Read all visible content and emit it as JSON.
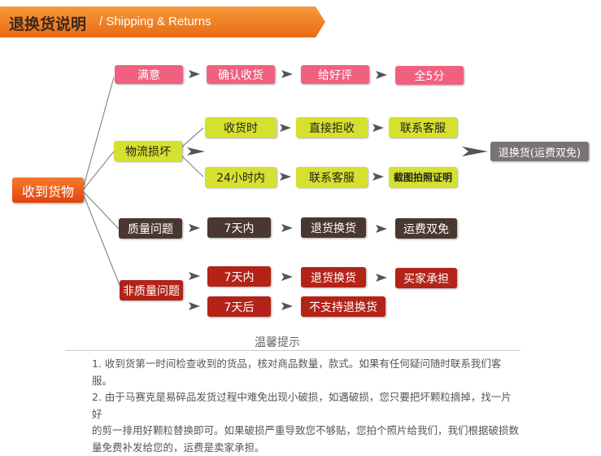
{
  "header": {
    "title_zh": "退换货说明",
    "title_en": "/ Shipping & Returns"
  },
  "root": "收到货物",
  "branches": {
    "satisfied": {
      "label": "满意",
      "steps": [
        "确认收货",
        "给好评",
        "全5分"
      ]
    },
    "logistics": {
      "label": "物流损坏",
      "row1": [
        "收货时",
        "直接拒收",
        "联系客服"
      ],
      "row2": [
        "24小时内",
        "联系客服",
        "截图拍照证明"
      ],
      "result": "退换货(运费双免)"
    },
    "quality": {
      "label": "质量问题",
      "steps": [
        "7天内",
        "退货换货",
        "运费双免"
      ]
    },
    "nonquality": {
      "label": "非质量问题",
      "row1": [
        "7天内",
        "退货换货",
        "买家承担"
      ],
      "row2": [
        "7天后",
        "不支持退换货"
      ]
    }
  },
  "tips": {
    "title": "温馨提示",
    "lines": [
      "1. 收到货第一时间检查收到的货品，核对商品数量，款式。如果有任何疑问随时联系我们客服。",
      "2. 由于马赛克是易碎品发货过程中难免出现小破损，如遇破损，您只要把坏颗粒摘掉，找一片好",
      "的剪一排用好颗粒替换即可。如果破损严重导致您不够贴，您拍个照片给我们，我们根据破损数",
      "量免费补发给您的，运费是卖家承担。"
    ]
  },
  "colors": {
    "pink": "#f2607f",
    "yellow": "#d6e02e",
    "brown": "#4a372f",
    "red": "#b32318",
    "gray": "#7a7374",
    "orange": "#f07020"
  }
}
